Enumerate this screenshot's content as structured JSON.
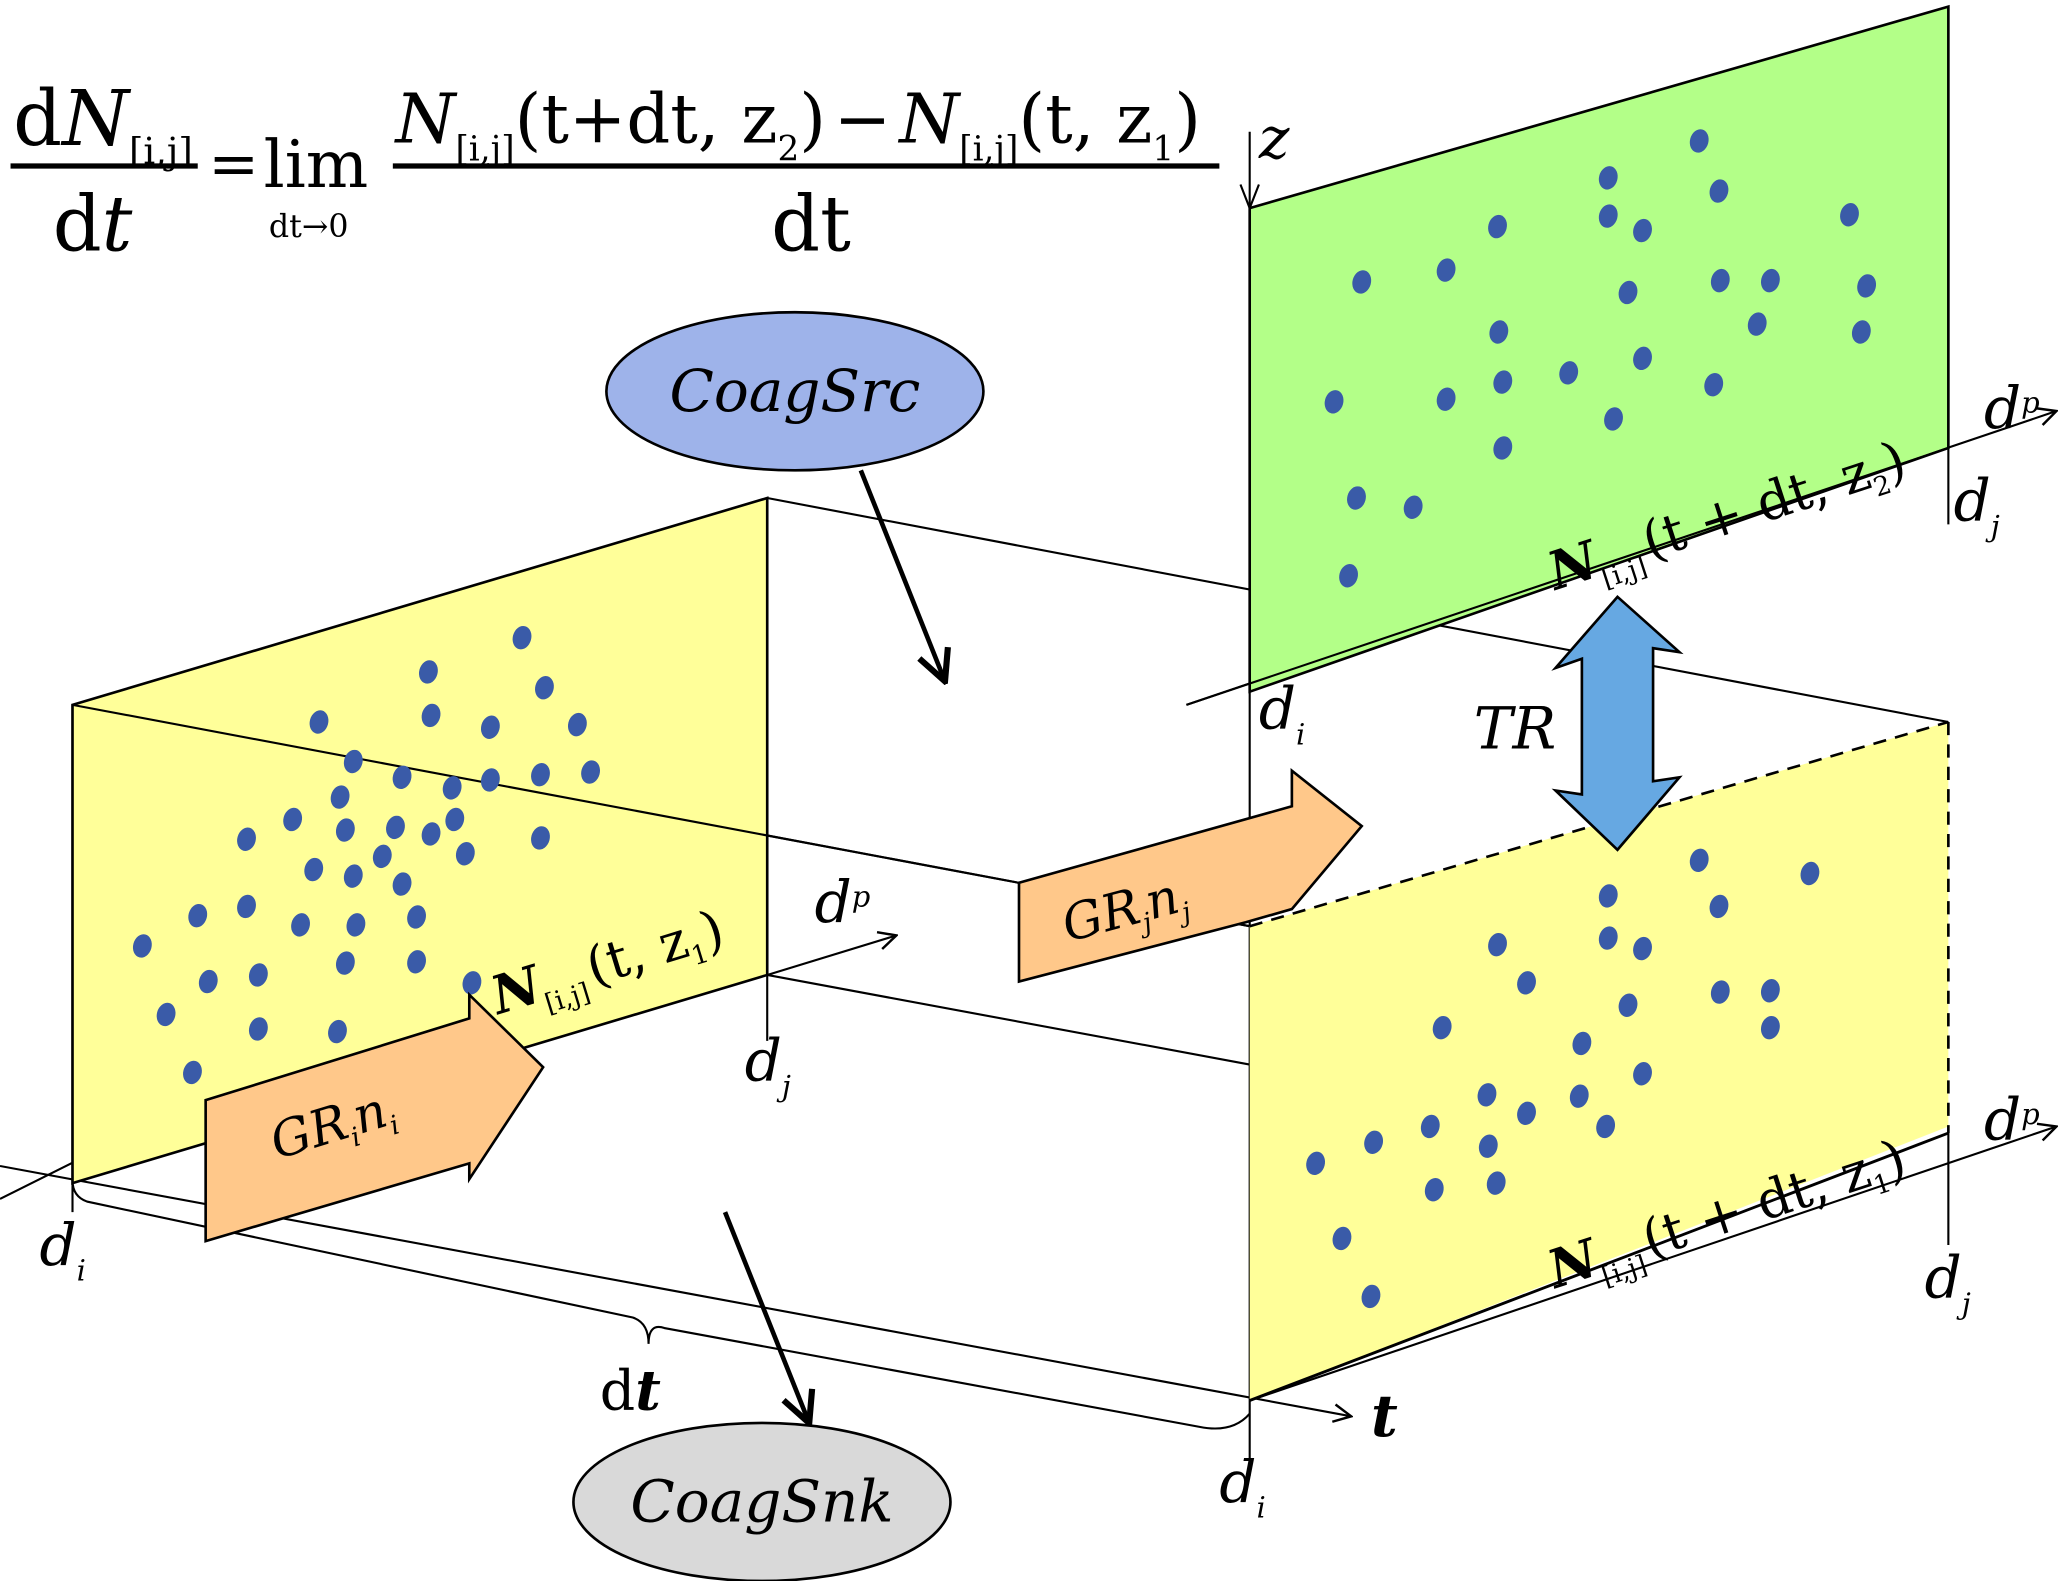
{
  "equation": {
    "lhs_num": "dN[i,j]",
    "lhs_num_d": "d",
    "lhs_num_N": "N",
    "lhs_num_sub": "[i,j]",
    "lhs_den": "dt",
    "equals": "=",
    "lim": "lim",
    "lim_sub": "dt→0",
    "rhs_num_term1_N": "N",
    "rhs_num_term1_sub": "[i,j]",
    "rhs_num_term1_args": "(t+dt, z",
    "rhs_num_term1_argsub": "2",
    "rhs_num_minus": "−",
    "rhs_num_term2_N": "N",
    "rhs_num_term2_sub": "[i,j]",
    "rhs_num_term2_args": "(t, z",
    "rhs_num_term2_argsub": "1",
    "close_paren": ")",
    "rhs_den": "dt"
  },
  "axes": {
    "z_label": "z",
    "t_label": "t",
    "dp_label": "d",
    "dp_sub": "p",
    "di_label": "d",
    "di_sub": "i",
    "dj_label": "d",
    "dj_sub": "j",
    "dt_brace_label": "dt"
  },
  "panels": {
    "left_yellow": {
      "label_N": "N",
      "label_sub": "[i,j]",
      "label_args": "(t, z",
      "label_argsub": "1",
      "color": "#FFFF99"
    },
    "right_green": {
      "label_N": "N",
      "label_sub": "[i,j]",
      "label_args": "(t + dt, z",
      "label_argsub": "2",
      "color": "#B3FF88"
    },
    "right_yellow": {
      "label_N": "N",
      "label_sub": "[i,j]",
      "label_args": "(t + dt, z",
      "label_argsub": "1",
      "color": "#FFFF99"
    }
  },
  "processes": {
    "coag_src": {
      "label": "CoagSrc",
      "color": "#9EB3EA"
    },
    "coag_snk": {
      "label": "CoagSnk",
      "color": "#D9D9D9"
    },
    "gr_i": {
      "label_GR": "GR",
      "label_sub1": "i",
      "label_n": "n",
      "label_sub2": "i",
      "color": "#FFC88A"
    },
    "gr_j": {
      "label_GR": "GR",
      "label_sub1": "j",
      "label_n": "n",
      "label_sub2": "j",
      "color": "#FFC88A"
    },
    "tr": {
      "label": "TR",
      "color": "#66A8E2"
    }
  },
  "dot_color": "#3A5BA8"
}
